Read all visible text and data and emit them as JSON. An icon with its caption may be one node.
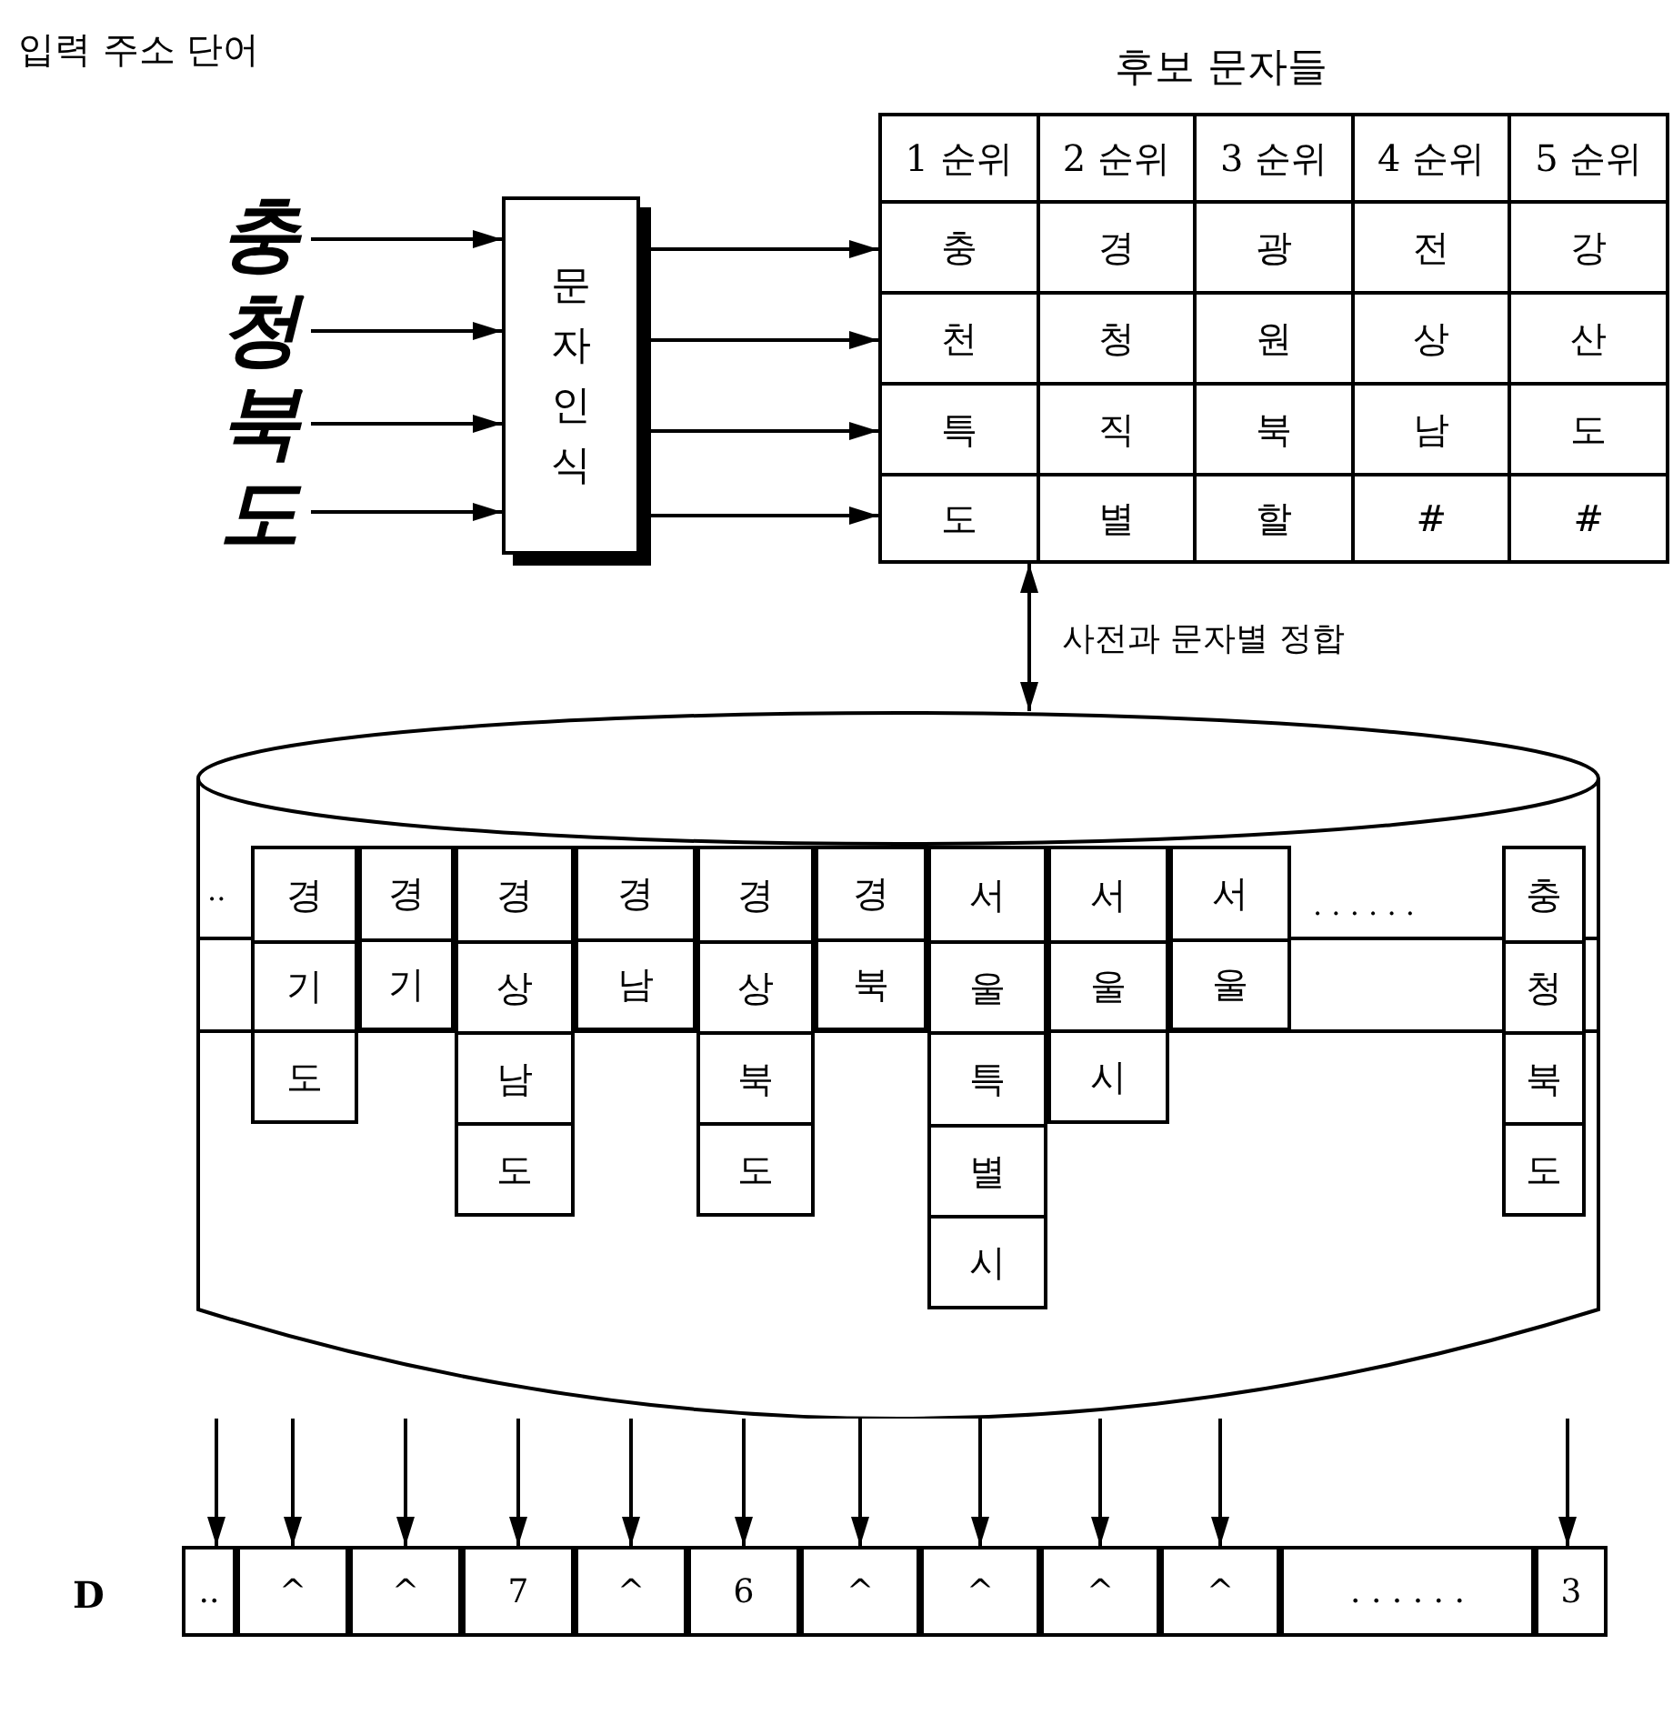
{
  "diagram": {
    "nodes": [
      {
        "text": [
          "충"
        ]
      },
      {
        "text": [
          "청"
        ]
      },
      {
        "text": [
          "북"
        ]
      },
      {
        "text": [
          "도"
        ]
      },
      {
        "text": [
          "문자 인식"
        ]
      },
      {
        "text": [
          "후보 문자들"
        ]
      },
      {
        "text": [
          "1 순위",
          "2 순위",
          "3 순위",
          "4 순위",
          "5 순위"
        ],
        "in": 5
      },
      {
        "text": [
          "충",
          "경",
          "광",
          "전",
          "강"
        ],
        "in": 5
      },
      {
        "text": [
          "천",
          "청",
          "원",
          "상",
          "산"
        ],
        "in": 5
      },
      {
        "text": [
          "특",
          "직",
          "북",
          "남",
          "도"
        ],
        "in": 5
      },
      {
        "text": [
          "도",
          "별",
          "할",
          "#",
          "#"
        ],
        "in": 5
      },
      {
        "text": [],
        "shape": "cylinder"
      },
      {
        "text": [
          "경",
          "기",
          "도"
        ],
        "in": 11
      },
      {
        "text": [
          "경",
          "기"
        ],
        "in": 11
      },
      {
        "text": [
          "경",
          "상",
          "남",
          "도"
        ],
        "in": 11
      },
      {
        "text": [
          "경",
          "남"
        ],
        "in": 11
      },
      {
        "text": [
          "경",
          "상",
          "북",
          "도"
        ],
        "in": 11
      },
      {
        "text": [
          "경",
          "북"
        ],
        "in": 11
      },
      {
        "text": [
          "서",
          "울",
          "특",
          "별",
          "시"
        ],
        "in": 11
      },
      {
        "text": [
          "서",
          "울",
          "시"
        ],
        "in": 11
      },
      {
        "text": [
          "서",
          "울"
        ],
        "in": 11
      },
      {
        "text": [
          "충",
          "청",
          "북",
          "도"
        ],
        "in": 11
      },
      {
        "text": [],
        "shape": "bar",
        "beside": [
          "D"
        ]
      },
      {
        "text": [
          ".."
        ],
        "in": 22
      },
      {
        "text": [
          "^"
        ],
        "in": 22
      },
      {
        "text": [
          "^"
        ],
        "in": 22
      },
      {
        "text": [
          "7"
        ],
        "in": 22
      },
      {
        "text": [
          "^"
        ],
        "in": 22
      },
      {
        "text": [
          "6"
        ],
        "in": 22
      },
      {
        "text": [
          "^"
        ],
        "in": 22
      },
      {
        "text": [
          "^"
        ],
        "in": 22
      },
      {
        "text": [
          "^"
        ],
        "in": 22
      },
      {
        "text": [
          "^"
        ],
        "in": 22
      },
      {
        "text": [
          ". . . . . ."
        ],
        "in": 22
      },
      {
        "text": [
          "3"
        ],
        "in": 22
      }
    ],
    "edges": [
      {
        "from": 0,
        "to": 4,
        "arrow": "to"
      },
      {
        "from": 1,
        "to": 4,
        "arrow": "to"
      },
      {
        "from": 2,
        "to": 4,
        "arrow": "to"
      },
      {
        "from": 3,
        "to": 4,
        "arrow": "to"
      },
      {
        "from": 4,
        "to": 7,
        "arrow": "to"
      },
      {
        "from": 4,
        "to": 8,
        "arrow": "to"
      },
      {
        "from": 4,
        "to": 9,
        "arrow": "to"
      },
      {
        "from": 4,
        "to": 10,
        "arrow": "to"
      },
      {
        "from": 5,
        "to": 11,
        "arrow": "both",
        "label": "사전과 문자별 정합"
      },
      {
        "from": 11,
        "to": 23,
        "arrow": "to"
      },
      {
        "from": 11,
        "to": 24,
        "arrow": "to"
      },
      {
        "from": 11,
        "to": 25,
        "arrow": "to"
      },
      {
        "from": 11,
        "to": 26,
        "arrow": "to"
      },
      {
        "from": 11,
        "to": 27,
        "arrow": "to"
      },
      {
        "from": 11,
        "to": 28,
        "arrow": "to"
      },
      {
        "from": 11,
        "to": 29,
        "arrow": "to"
      },
      {
        "from": 11,
        "to": 30,
        "arrow": "to"
      },
      {
        "from": 11,
        "to": 31,
        "arrow": "to"
      },
      {
        "from": 11,
        "to": 32,
        "arrow": "to"
      },
      {
        "from": 11,
        "to": 34,
        "arrow": "to"
      }
    ],
    "labels": [
      "입력 주소 단어",
      "..",
      ". . . . . ."
    ]
  }
}
